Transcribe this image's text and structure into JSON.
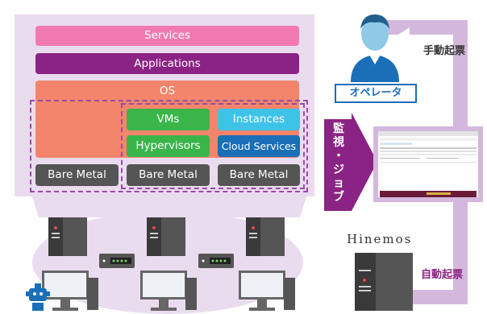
{
  "stack": {
    "services": "Services",
    "applications": "Applications",
    "os": "OS",
    "vms": "VMs",
    "instances": "Instances",
    "hypervisors": "Hypervisors",
    "cloud_services": "Cloud Services",
    "bare_metal": "Bare Metal"
  },
  "right": {
    "manual_start": "手動起票",
    "operator": "オペレータ",
    "monitor_job": [
      "監",
      "視",
      "・",
      "ジ",
      "ョ",
      "ブ"
    ],
    "hinemos": "Hinemos",
    "auto_start": "自動起票"
  },
  "colors": {
    "services": "#f07ab1",
    "applications": "#8b2384",
    "os": "#f2856b",
    "green": "#39b54a",
    "cyan": "#3ec3e8",
    "blue": "#1a6fb8",
    "bare_metal": "#555555",
    "panel": "#eadcef",
    "arrow": "#8b2384"
  }
}
